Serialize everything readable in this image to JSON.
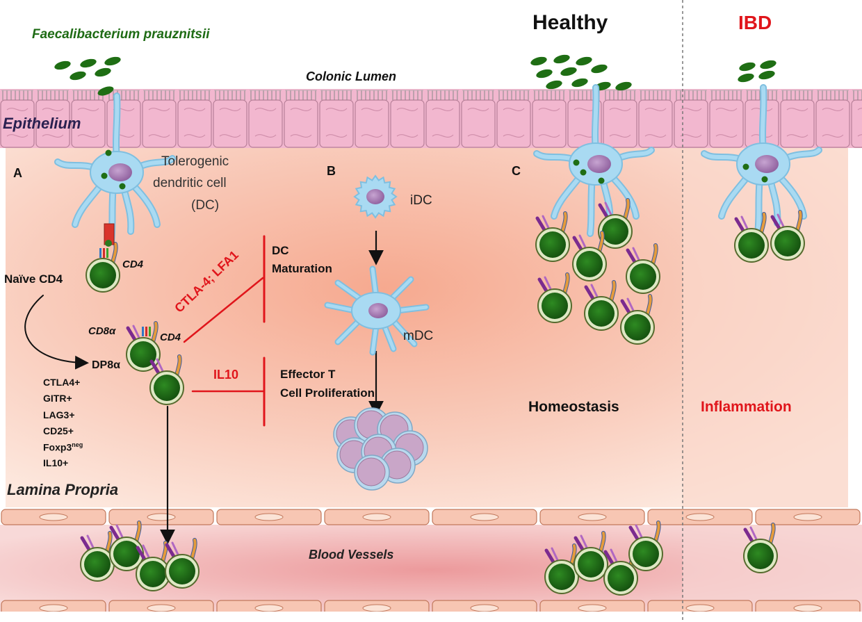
{
  "colors": {
    "bacteria": "#1f6e14",
    "epithelium": "#f2b7cf",
    "cell_blue": "#a9daf2",
    "nucleus": "#a77bb4",
    "tcell_green": "#1f6e14",
    "inhibit_red": "#e0151b",
    "lamina": "#f7c6b3",
    "blood": "#f0b8b8"
  },
  "bacterium_name": "Faecalibacterium prauznitsii",
  "regions": {
    "lumen": "Colonic Lumen",
    "epithelium": "Epithelium",
    "lamina_propria": "Lamina Propria",
    "blood_vessels": "Blood Vessels"
  },
  "panel_a": {
    "letter": "A",
    "dc_label_line1": "Tolerogenic",
    "dc_label_line2": "dendritic cell",
    "dc_label_line3": "(DC)",
    "naive_label": "Naïve CD4",
    "cd4_label": "CD4",
    "cd8a_label": "CD8α",
    "cd4_label_2": "CD4",
    "dp_label": "DP8α",
    "markers": [
      "CTLA4+",
      "GITR+",
      "LAG3+",
      "CD25+",
      "Foxp3",
      "IL10+"
    ],
    "foxp3_sup": "neg",
    "ctla_label": "CTLA-4; LFA1",
    "il10_label": "IL10",
    "dc_maturation_line1": "DC",
    "dc_maturation_line2": "Maturation",
    "effector_line1": "Effector T",
    "effector_line2": "Cell Proliferation"
  },
  "panel_b": {
    "letter": "B",
    "idc_label": "iDC",
    "mdc_label": "mDC"
  },
  "panel_c": {
    "letter": "C",
    "healthy_label": "Healthy",
    "ibd_label": "IBD",
    "homeostasis_label": "Homeostasis",
    "inflammation_label": "Inflammation"
  }
}
